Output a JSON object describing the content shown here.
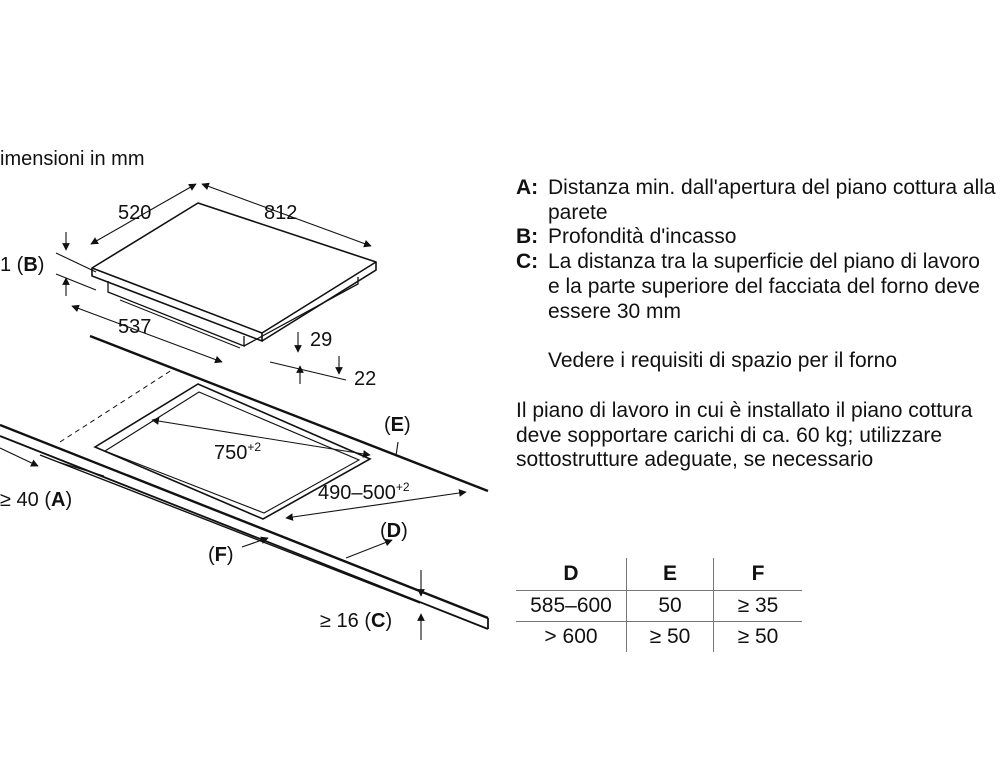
{
  "diagram": {
    "units_label": "imensioni in mm",
    "dim_520": "520",
    "dim_812": "812",
    "dim_537": "537",
    "dim_29": "29",
    "dim_22": "22",
    "dim_750": "750",
    "dim_750_tol": "+2",
    "dim_490_500": "490–500",
    "dim_490_tol": "+2",
    "label_b_prefix": "1 (",
    "label_b": "B",
    "label_b_suffix": ")",
    "label_a_prefix": "≥ 40 (",
    "label_a": "A",
    "label_a_suffix": ")",
    "label_e_prefix": "(",
    "label_e": "E",
    "label_e_suffix": ")",
    "label_d_prefix": "(",
    "label_d": "D",
    "label_d_suffix": ")",
    "label_f_prefix": "(",
    "label_f": "F",
    "label_f_suffix": ")",
    "label_c_prefix": "≥ 16 (",
    "label_c": "C",
    "label_c_suffix": ")"
  },
  "legend": {
    "items": [
      {
        "key": "A:",
        "text": "Distanza min. dall'apertura del piano cottura alla parete"
      },
      {
        "key": "B:",
        "text": "Profondità d'incasso"
      },
      {
        "key": "C:",
        "text": "La distanza tra la superficie del piano di lavoro e la parte superiore del facciata del forno deve essere 30 mm"
      }
    ],
    "note": "Vedere i requisiti di spazio per il forno",
    "paragraph": "Il piano di lavoro in cui è installato il piano cottura deve sopportare carichi di ca. 60 kg; utilizzare sottostrutture adeguate, se necessario"
  },
  "table": {
    "headers": [
      "D",
      "E",
      "F"
    ],
    "rows": [
      [
        "585–600",
        "50",
        "≥ 35"
      ],
      [
        "> 600",
        "≥ 50",
        "≥ 50"
      ]
    ]
  }
}
